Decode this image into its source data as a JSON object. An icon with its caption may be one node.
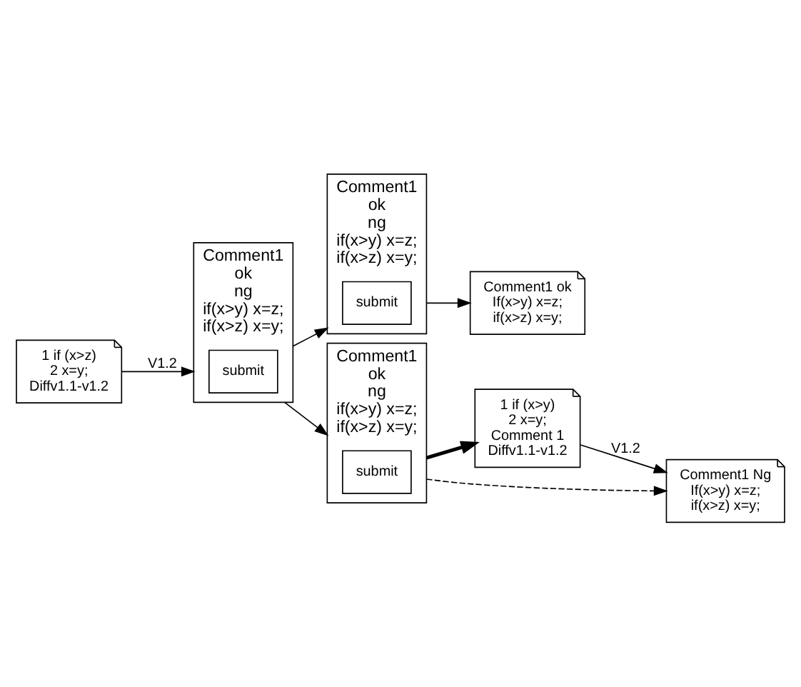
{
  "diagram": {
    "nodes": [
      {
        "text": [
          "1 if (x>z)",
          "2 x=y;",
          "Diffv1.1-v1.2"
        ]
      },
      {
        "text": [
          "Comment1",
          "ok",
          "ng",
          "if(x>y) x=z;",
          "if(x>z) x=y;"
        ]
      },
      {
        "text": [
          "submit"
        ],
        "in": 1
      },
      {
        "text": [
          "Comment1",
          "ok",
          "ng",
          "if(x>y) x=z;",
          "if(x>z) x=y;"
        ]
      },
      {
        "text": [
          "submit"
        ],
        "in": 3
      },
      {
        "text": [
          "Comment1 ok",
          "If(x>y) x=z;",
          "if(x>z) x=y;"
        ]
      },
      {
        "text": [
          "Comment1",
          "ok",
          "ng",
          "if(x>y) x=z;",
          "if(x>z) x=y;"
        ]
      },
      {
        "text": [
          "submit"
        ],
        "in": 6
      },
      {
        "text": [
          "1 if (x>y)",
          "2 x=y;",
          "Comment 1",
          "Diffv1.1-v1.2"
        ]
      },
      {
        "text": [
          "Comment1 Ng",
          "If(x>y) x=z;",
          "if(x>z) x=y;"
        ]
      }
    ],
    "edges": [
      {
        "from": 0,
        "to": 1,
        "arrow": "to",
        "label": "V1.2"
      },
      {
        "from": 1,
        "to": 3,
        "arrow": "to"
      },
      {
        "from": 1,
        "to": 6,
        "arrow": "to"
      },
      {
        "from": 3,
        "to": 5,
        "arrow": "to"
      },
      {
        "from": 6,
        "to": 8,
        "arrow": "to",
        "style": "thick"
      },
      {
        "from": 6,
        "to": 9,
        "arrow": "to",
        "style": "dashed"
      },
      {
        "from": 8,
        "to": 9,
        "arrow": "to",
        "label": "V1.2"
      }
    ]
  }
}
